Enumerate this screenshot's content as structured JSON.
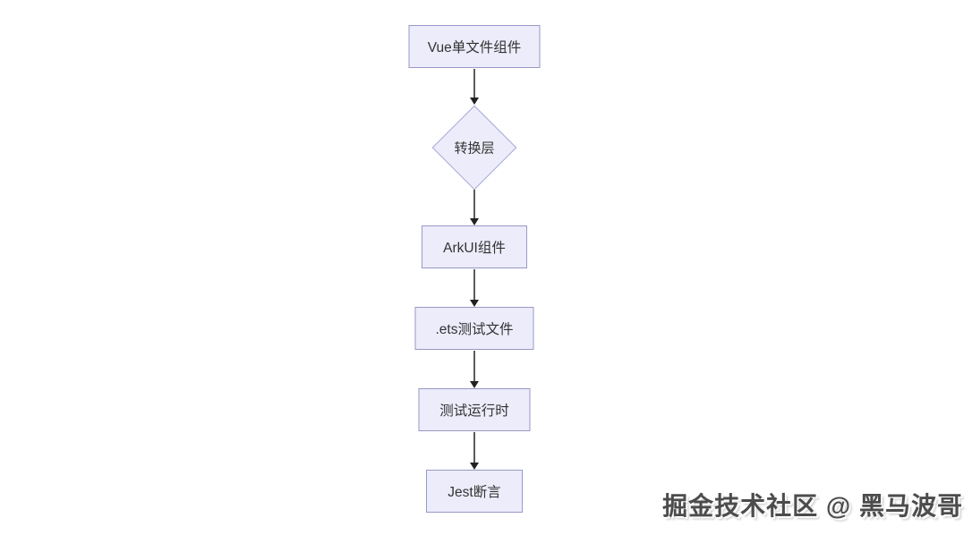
{
  "page": {
    "background_color": "#ffffff"
  },
  "flowchart": {
    "direction": "top-to-bottom",
    "node_fill_color": "#ececfb",
    "node_border_color": "#9898c6",
    "node_text_color": "#333333",
    "arrow_color": "#333333",
    "nodes": [
      {
        "id": "vue-sfc",
        "shape": "rect",
        "label": "Vue单文件组件"
      },
      {
        "id": "transform-layer",
        "shape": "diamond",
        "label": "转换层"
      },
      {
        "id": "arkui-component",
        "shape": "rect",
        "label": "ArkUI组件"
      },
      {
        "id": "ets-test-file",
        "shape": "rect",
        "label": ".ets测试文件"
      },
      {
        "id": "test-runtime",
        "shape": "rect",
        "label": "测试运行时"
      },
      {
        "id": "jest-assertion",
        "shape": "rect",
        "label": "Jest断言"
      }
    ],
    "edges": [
      {
        "from": "vue-sfc",
        "to": "transform-layer",
        "label": ""
      },
      {
        "from": "transform-layer",
        "to": "arkui-component",
        "label": ""
      },
      {
        "from": "arkui-component",
        "to": "ets-test-file",
        "label": ""
      },
      {
        "from": "ets-test-file",
        "to": "test-runtime",
        "label": ""
      },
      {
        "from": "test-runtime",
        "to": "jest-assertion",
        "label": ""
      }
    ]
  },
  "watermark": {
    "text": "掘金技术社区 @ 黑马波哥"
  }
}
